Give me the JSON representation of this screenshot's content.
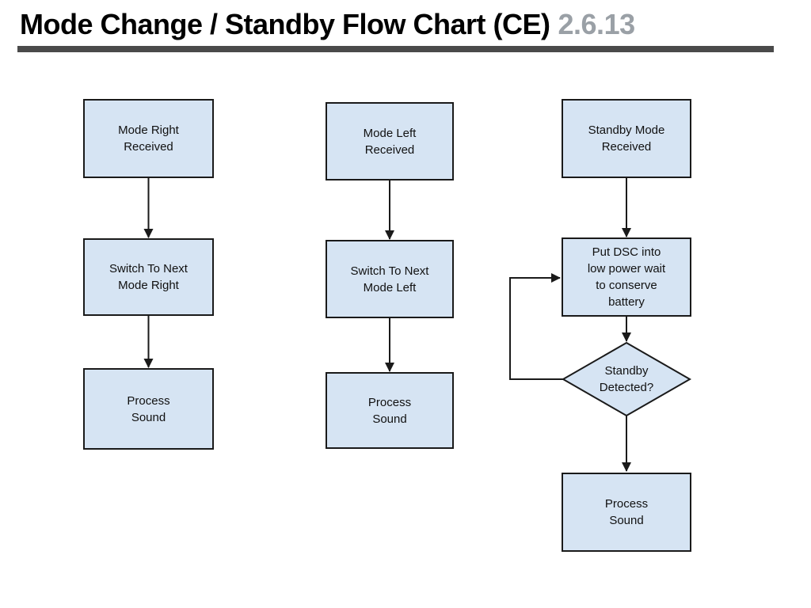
{
  "header": {
    "title": "Mode Change / Standby Flow Chart (CE)",
    "version": "2.6.13"
  },
  "colors": {
    "node_fill": "#d6e4f3",
    "node_border": "#1a1a1a",
    "divider": "#4a4a4a",
    "version_text": "#9aa0a6",
    "text": "#111111"
  },
  "flowchart": {
    "columns": [
      {
        "name": "mode-right",
        "nodes": [
          {
            "type": "process",
            "label": "Mode Right\nReceived"
          },
          {
            "type": "process",
            "label": "Switch To Next\nMode Right"
          },
          {
            "type": "process",
            "label": "Process\nSound"
          }
        ]
      },
      {
        "name": "mode-left",
        "nodes": [
          {
            "type": "process",
            "label": "Mode Left\nReceived"
          },
          {
            "type": "process",
            "label": "Switch To Next\nMode Left"
          },
          {
            "type": "process",
            "label": "Process\nSound"
          }
        ]
      },
      {
        "name": "standby",
        "nodes": [
          {
            "type": "process",
            "label": "Standby Mode\nReceived"
          },
          {
            "type": "process",
            "label": "Put DSC into\nlow power wait\nto conserve\nbattery"
          },
          {
            "type": "decision",
            "label": "Standby\nDetected?"
          },
          {
            "type": "process",
            "label": "Process\nSound"
          }
        ]
      }
    ]
  }
}
